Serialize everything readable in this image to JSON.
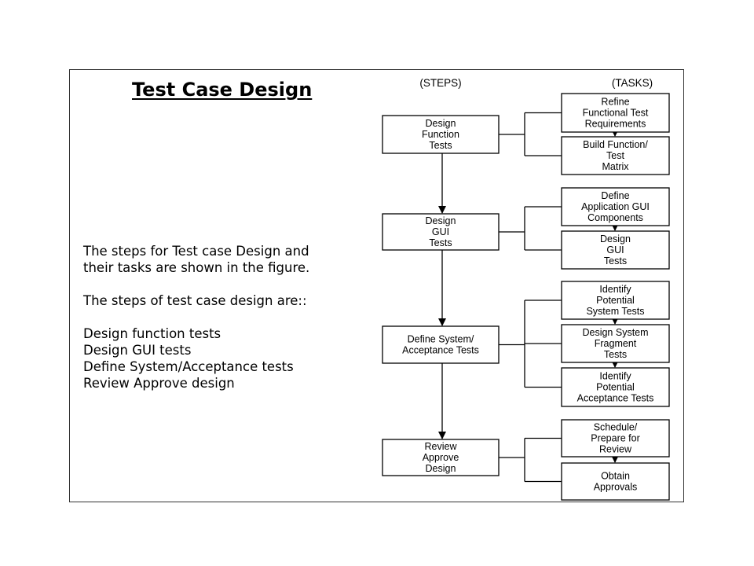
{
  "slide": {
    "title": "Test Case Design",
    "paragraphs": [
      "The steps for Test case Design and",
      "their tasks are shown in the figure.",
      "The steps of test case design are::",
      "Design function tests",
      "Design GUI tests",
      "Define System/Acceptance tests",
      "Review Approve design"
    ]
  },
  "diagram": {
    "steps_header": "(STEPS)",
    "tasks_header": "(TASKS)",
    "steps": [
      {
        "lines": [
          "Design",
          "Function",
          "Tests"
        ]
      },
      {
        "lines": [
          "Design",
          "GUI",
          "Tests"
        ]
      },
      {
        "lines": [
          "Define System/",
          "Acceptance Tests"
        ]
      },
      {
        "lines": [
          "Review",
          "Approve",
          "Design"
        ]
      }
    ],
    "tasks": [
      {
        "lines": [
          "Refine",
          "Functional Test",
          "Requirements"
        ]
      },
      {
        "lines": [
          "Build Function/",
          "Test",
          "Matrix"
        ]
      },
      {
        "lines": [
          "Define",
          "Application GUI",
          "Components"
        ]
      },
      {
        "lines": [
          "Design",
          "GUI",
          "Tests"
        ]
      },
      {
        "lines": [
          "Identify",
          "Potential",
          "System Tests"
        ]
      },
      {
        "lines": [
          "Design System",
          "Fragment",
          "Tests"
        ]
      },
      {
        "lines": [
          "Identify",
          "Potential",
          "Acceptance Tests"
        ]
      },
      {
        "lines": [
          "Schedule/",
          "Prepare for",
          "Review"
        ]
      },
      {
        "lines": [
          "Obtain",
          "Approvals"
        ]
      }
    ]
  }
}
